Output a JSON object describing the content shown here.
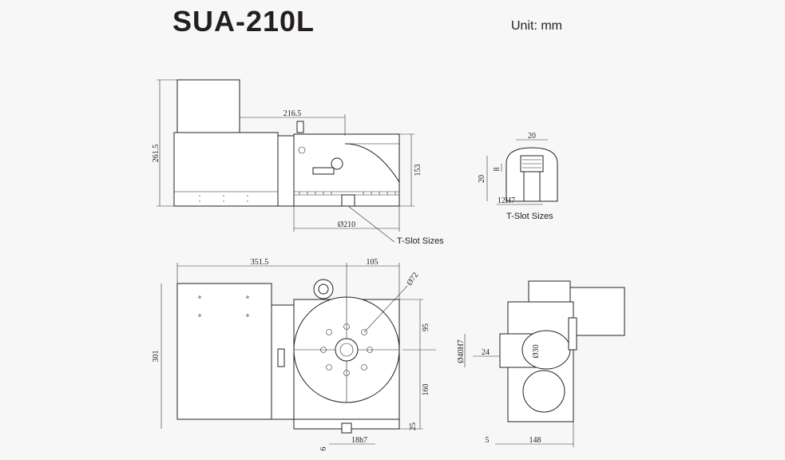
{
  "header": {
    "model": "SUA-210L",
    "unit": "Unit: mm"
  },
  "callouts": {
    "tslot_main": "T-Slot Sizes",
    "tslot_detail": "T-Slot Sizes"
  },
  "dimensions": {
    "top_view": {
      "height": "261.5",
      "length": "216.5",
      "right_height": "153",
      "diameter": "Ø210"
    },
    "tslot_detail": {
      "width_top": "20",
      "height": "20",
      "depth": "8",
      "slot": "12H7"
    },
    "plan_view": {
      "length": "351.5",
      "center": "105",
      "bolt": "Ø72",
      "height": "301",
      "upper": "95",
      "lower": "160",
      "base": "25",
      "key": "18h7",
      "offset": "6"
    },
    "side_view": {
      "bore": "Ø40H7",
      "depth": "24",
      "inner": "Ø30",
      "width": "148",
      "offset": "5"
    }
  }
}
